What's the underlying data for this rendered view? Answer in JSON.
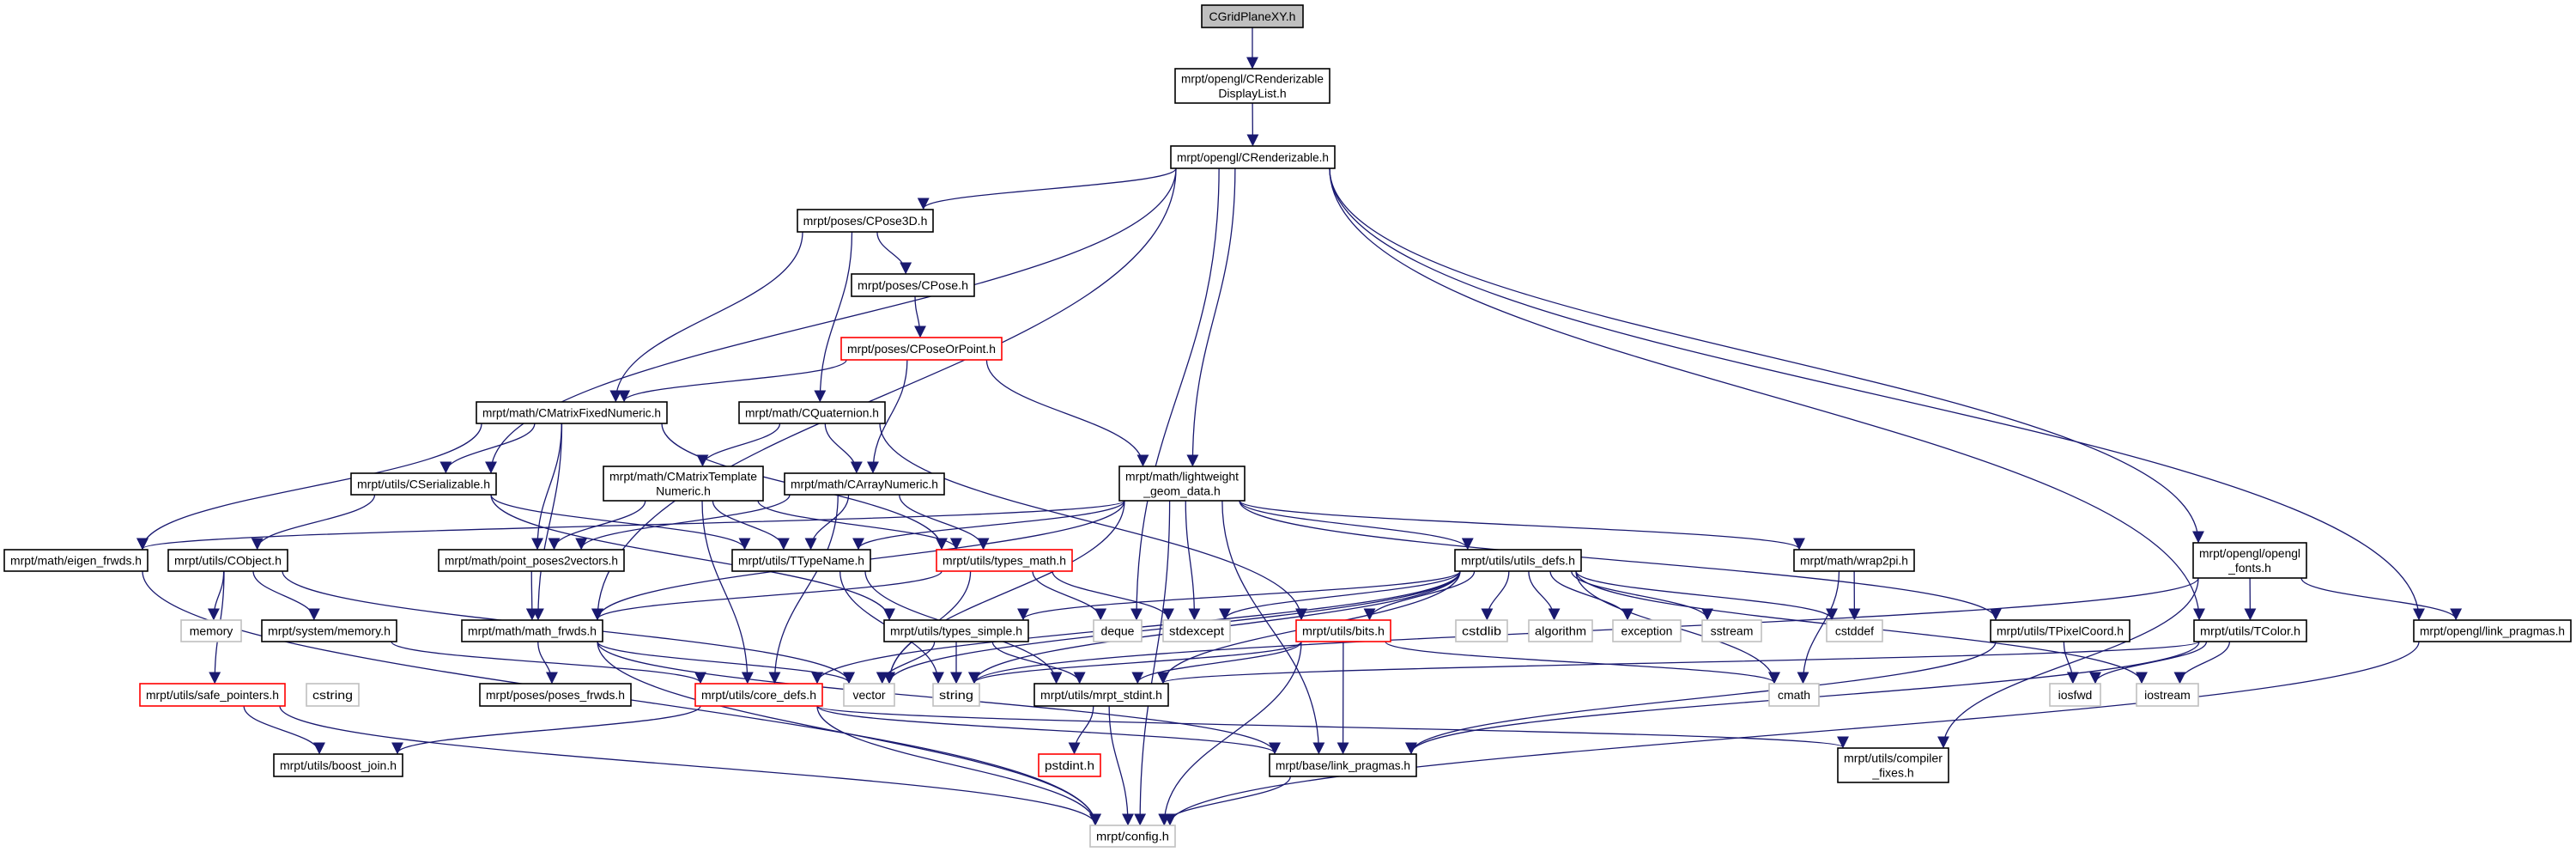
{
  "title": "CGridPlaneXY.h",
  "colors": {
    "edge": "#191970",
    "root_fill": "#bfbfbf",
    "border": "#000000",
    "external_border": "#bfbfbf",
    "incomplete_border": "#ff0000"
  },
  "nodes": [
    {
      "id": "gridplane",
      "label": [
        "CGridPlaneXY.h"
      ],
      "kind": "root"
    },
    {
      "id": "displaylist",
      "label": [
        "mrpt/opengl/CRenderizable",
        "DisplayList.h"
      ],
      "kind": "normal"
    },
    {
      "id": "renderizable",
      "label": [
        "mrpt/opengl/CRenderizable.h"
      ],
      "kind": "normal"
    },
    {
      "id": "cpose3d",
      "label": [
        "mrpt/poses/CPose3D.h"
      ],
      "kind": "normal"
    },
    {
      "id": "cpose",
      "label": [
        "mrpt/poses/CPose.h"
      ],
      "kind": "normal"
    },
    {
      "id": "cposeorpoint",
      "label": [
        "mrpt/poses/CPoseOrPoint.h"
      ],
      "kind": "incomplete"
    },
    {
      "id": "cmatrixfixed",
      "label": [
        "mrpt/math/CMatrixFixedNumeric.h"
      ],
      "kind": "normal"
    },
    {
      "id": "cquaternion",
      "label": [
        "mrpt/math/CQuaternion.h"
      ],
      "kind": "normal"
    },
    {
      "id": "cserializable",
      "label": [
        "mrpt/utils/CSerializable.h"
      ],
      "kind": "normal"
    },
    {
      "id": "cmatrixtemplate",
      "label": [
        "mrpt/math/CMatrixTemplate",
        "Numeric.h"
      ],
      "kind": "normal"
    },
    {
      "id": "carraynumeric",
      "label": [
        "mrpt/math/CArrayNumeric.h"
      ],
      "kind": "normal"
    },
    {
      "id": "lightweight",
      "label": [
        "mrpt/math/lightweight",
        "_geom_data.h"
      ],
      "kind": "normal"
    },
    {
      "id": "eigenfrwds",
      "label": [
        "mrpt/math/eigen_frwds.h"
      ],
      "kind": "normal"
    },
    {
      "id": "cobject",
      "label": [
        "mrpt/utils/CObject.h"
      ],
      "kind": "normal"
    },
    {
      "id": "pointposes",
      "label": [
        "mrpt/math/point_poses2vectors.h"
      ],
      "kind": "normal"
    },
    {
      "id": "ttypename",
      "label": [
        "mrpt/utils/TTypeName.h"
      ],
      "kind": "normal"
    },
    {
      "id": "typesmath",
      "label": [
        "mrpt/utils/types_math.h"
      ],
      "kind": "incomplete"
    },
    {
      "id": "utilsdefs",
      "label": [
        "mrpt/utils/utils_defs.h"
      ],
      "kind": "normal"
    },
    {
      "id": "wrap2pi",
      "label": [
        "mrpt/math/wrap2pi.h"
      ],
      "kind": "normal"
    },
    {
      "id": "openglfonts",
      "label": [
        "mrpt/opengl/opengl",
        "_fonts.h"
      ],
      "kind": "normal"
    },
    {
      "id": "memory",
      "label": [
        "memory"
      ],
      "kind": "external"
    },
    {
      "id": "sysmemory",
      "label": [
        "mrpt/system/memory.h"
      ],
      "kind": "normal"
    },
    {
      "id": "mathfrwds",
      "label": [
        "mrpt/math/math_frwds.h"
      ],
      "kind": "normal"
    },
    {
      "id": "typessimple",
      "label": [
        "mrpt/utils/types_simple.h"
      ],
      "kind": "normal"
    },
    {
      "id": "deque",
      "label": [
        "deque"
      ],
      "kind": "external"
    },
    {
      "id": "stdexcept",
      "label": [
        "stdexcept"
      ],
      "kind": "external"
    },
    {
      "id": "bits",
      "label": [
        "mrpt/utils/bits.h"
      ],
      "kind": "incomplete"
    },
    {
      "id": "cstdlib",
      "label": [
        "cstdlib"
      ],
      "kind": "external"
    },
    {
      "id": "algorithm",
      "label": [
        "algorithm"
      ],
      "kind": "external"
    },
    {
      "id": "exception",
      "label": [
        "exception"
      ],
      "kind": "external"
    },
    {
      "id": "sstream",
      "label": [
        "sstream"
      ],
      "kind": "external"
    },
    {
      "id": "cstddef",
      "label": [
        "cstddef"
      ],
      "kind": "external"
    },
    {
      "id": "tpixelcoord",
      "label": [
        "mrpt/utils/TPixelCoord.h"
      ],
      "kind": "normal"
    },
    {
      "id": "tcolor",
      "label": [
        "mrpt/utils/TColor.h"
      ],
      "kind": "normal"
    },
    {
      "id": "opengllinkpragmas",
      "label": [
        "mrpt/opengl/link_pragmas.h"
      ],
      "kind": "normal"
    },
    {
      "id": "safepointers",
      "label": [
        "mrpt/utils/safe_pointers.h"
      ],
      "kind": "incomplete"
    },
    {
      "id": "cstring",
      "label": [
        "cstring"
      ],
      "kind": "external"
    },
    {
      "id": "posesfrwds",
      "label": [
        "mrpt/poses/poses_frwds.h"
      ],
      "kind": "normal"
    },
    {
      "id": "coredefs",
      "label": [
        "mrpt/utils/core_defs.h"
      ],
      "kind": "incomplete"
    },
    {
      "id": "vector",
      "label": [
        "vector"
      ],
      "kind": "external"
    },
    {
      "id": "string",
      "label": [
        "string"
      ],
      "kind": "external"
    },
    {
      "id": "mrptstdint",
      "label": [
        "mrpt/utils/mrpt_stdint.h"
      ],
      "kind": "normal"
    },
    {
      "id": "cmath",
      "label": [
        "cmath"
      ],
      "kind": "external"
    },
    {
      "id": "iosfwd",
      "label": [
        "iosfwd"
      ],
      "kind": "external"
    },
    {
      "id": "iostream",
      "label": [
        "iostream"
      ],
      "kind": "external"
    },
    {
      "id": "boostjoin",
      "label": [
        "mrpt/utils/boost_join.h"
      ],
      "kind": "normal"
    },
    {
      "id": "pstdint",
      "label": [
        "pstdint.h"
      ],
      "kind": "incomplete"
    },
    {
      "id": "baselinkpragmas",
      "label": [
        "mrpt/base/link_pragmas.h"
      ],
      "kind": "normal"
    },
    {
      "id": "compilerfixes",
      "label": [
        "mrpt/utils/compiler",
        "_fixes.h"
      ],
      "kind": "normal"
    },
    {
      "id": "config",
      "label": [
        "mrpt/config.h"
      ],
      "kind": "external"
    }
  ],
  "edges": [
    [
      "gridplane",
      "displaylist"
    ],
    [
      "displaylist",
      "renderizable"
    ],
    [
      "renderizable",
      "cpose3d"
    ],
    [
      "renderizable",
      "mathfrwds"
    ],
    [
      "renderizable",
      "cserializable"
    ],
    [
      "renderizable",
      "lightweight"
    ],
    [
      "renderizable",
      "deque"
    ],
    [
      "renderizable",
      "openglfonts"
    ],
    [
      "renderizable",
      "tcolor"
    ],
    [
      "renderizable",
      "opengllinkpragmas"
    ],
    [
      "cpose3d",
      "cpose"
    ],
    [
      "cpose3d",
      "cmatrixfixed"
    ],
    [
      "cpose3d",
      "cquaternion"
    ],
    [
      "cpose",
      "cposeorpoint"
    ],
    [
      "cposeorpoint",
      "cmatrixfixed"
    ],
    [
      "cposeorpoint",
      "carraynumeric"
    ],
    [
      "cposeorpoint",
      "lightweight"
    ],
    [
      "cmatrixfixed",
      "cserializable"
    ],
    [
      "cmatrixfixed",
      "eigenfrwds"
    ],
    [
      "cmatrixfixed",
      "pointposes"
    ],
    [
      "cmatrixfixed",
      "mathfrwds"
    ],
    [
      "cmatrixfixed",
      "typesmath"
    ],
    [
      "cquaternion",
      "cmatrixtemplate"
    ],
    [
      "cquaternion",
      "carraynumeric"
    ],
    [
      "cquaternion",
      "bits"
    ],
    [
      "cmatrixtemplate",
      "pointposes"
    ],
    [
      "cmatrixtemplate",
      "ttypename"
    ],
    [
      "cmatrixtemplate",
      "coredefs"
    ],
    [
      "cmatrixtemplate",
      "typesmath"
    ],
    [
      "carraynumeric",
      "pointposes"
    ],
    [
      "carraynumeric",
      "ttypename"
    ],
    [
      "carraynumeric",
      "typesmath"
    ],
    [
      "carraynumeric",
      "coredefs"
    ],
    [
      "cserializable",
      "cobject"
    ],
    [
      "cserializable",
      "ttypename"
    ],
    [
      "cserializable",
      "typessimple"
    ],
    [
      "lightweight",
      "eigenfrwds"
    ],
    [
      "lightweight",
      "ttypename"
    ],
    [
      "lightweight",
      "mathfrwds"
    ],
    [
      "lightweight",
      "vector"
    ],
    [
      "lightweight",
      "stdexcept"
    ],
    [
      "lightweight",
      "utilsdefs"
    ],
    [
      "lightweight",
      "wrap2pi"
    ],
    [
      "lightweight",
      "tpixelcoord"
    ],
    [
      "lightweight",
      "baselinkpragmas"
    ],
    [
      "lightweight",
      "config"
    ],
    [
      "cobject",
      "memory"
    ],
    [
      "cobject",
      "sysmemory"
    ],
    [
      "cobject",
      "safepointers"
    ],
    [
      "cobject",
      "vector"
    ],
    [
      "sysmemory",
      "coredefs"
    ],
    [
      "safepointers",
      "boostjoin"
    ],
    [
      "safepointers",
      "config"
    ],
    [
      "eigenfrwds",
      "config"
    ],
    [
      "pointposes",
      "mathfrwds"
    ],
    [
      "ttypename",
      "string"
    ],
    [
      "ttypename",
      "mrptstdint"
    ],
    [
      "typesmath",
      "mathfrwds"
    ],
    [
      "typesmath",
      "deque"
    ],
    [
      "typesmath",
      "stdexcept"
    ],
    [
      "typesmath",
      "vector"
    ],
    [
      "mathfrwds",
      "posesfrwds"
    ],
    [
      "mathfrwds",
      "config"
    ],
    [
      "mathfrwds",
      "baselinkpragmas"
    ],
    [
      "mathfrwds",
      "vector"
    ],
    [
      "coredefs",
      "boostjoin"
    ],
    [
      "coredefs",
      "baselinkpragmas"
    ],
    [
      "coredefs",
      "config"
    ],
    [
      "coredefs",
      "compilerfixes"
    ],
    [
      "utilsdefs",
      "typessimple"
    ],
    [
      "utilsdefs",
      "stdexcept"
    ],
    [
      "utilsdefs",
      "bits"
    ],
    [
      "utilsdefs",
      "cstdlib"
    ],
    [
      "utilsdefs",
      "algorithm"
    ],
    [
      "utilsdefs",
      "exception"
    ],
    [
      "utilsdefs",
      "sstream"
    ],
    [
      "utilsdefs",
      "cstddef"
    ],
    [
      "utilsdefs",
      "cmath"
    ],
    [
      "utilsdefs",
      "iostream"
    ],
    [
      "utilsdefs",
      "string"
    ],
    [
      "utilsdefs",
      "coredefs"
    ],
    [
      "utilsdefs",
      "mrptstdint"
    ],
    [
      "utilsdefs",
      "vector"
    ],
    [
      "typessimple",
      "vector"
    ],
    [
      "typessimple",
      "string"
    ],
    [
      "typessimple",
      "mrptstdint"
    ],
    [
      "bits",
      "string"
    ],
    [
      "bits",
      "mrptstdint"
    ],
    [
      "bits",
      "baselinkpragmas"
    ],
    [
      "bits",
      "config"
    ],
    [
      "bits",
      "cmath"
    ],
    [
      "mrptstdint",
      "pstdint"
    ],
    [
      "mrptstdint",
      "config"
    ],
    [
      "wrap2pi",
      "cstddef"
    ],
    [
      "wrap2pi",
      "cmath"
    ],
    [
      "tpixelcoord",
      "iosfwd"
    ],
    [
      "tpixelcoord",
      "baselinkpragmas"
    ],
    [
      "openglfonts",
      "tcolor"
    ],
    [
      "openglfonts",
      "opengllinkpragmas"
    ],
    [
      "openglfonts",
      "compilerfixes"
    ],
    [
      "openglfonts",
      "string"
    ],
    [
      "tcolor",
      "iosfwd"
    ],
    [
      "tcolor",
      "iostream"
    ],
    [
      "tcolor",
      "mrptstdint"
    ],
    [
      "tcolor",
      "baselinkpragmas"
    ],
    [
      "opengllinkpragmas",
      "config"
    ],
    [
      "baselinkpragmas",
      "config"
    ]
  ]
}
